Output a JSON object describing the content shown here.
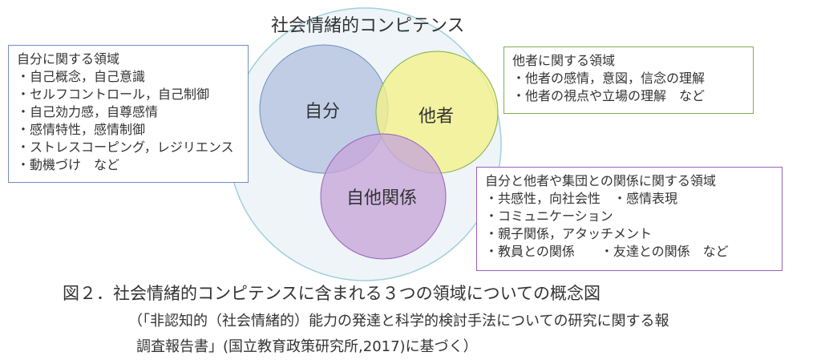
{
  "diagram": {
    "title": "社会情緒的コンピテンス",
    "circles": {
      "self": "自分",
      "others": "他者",
      "relation": "自他関係"
    },
    "colors": {
      "outer_fill": "#eef4f8",
      "outer_stroke": "#9fd0de",
      "self_fill": "#b7c6e2",
      "others_fill": "#f3f18a",
      "relation_fill": "#c7a8d9",
      "self_border": "#6f8fbf",
      "others_border": "#7fae4f",
      "relation_border": "#9a62b8"
    }
  },
  "boxes": {
    "self": {
      "title": "自分に関する領域",
      "items": [
        "・自己概念，自己意識",
        "・セルフコントロール，自己制御",
        "・自己効力感，自尊感情",
        "・感情特性，感情制御",
        "・ストレスコーピング，レジリエンス",
        "・動機づけ　など"
      ]
    },
    "others": {
      "title": "他者に関する領域",
      "items": [
        "・他者の感情，意図，信念の理解",
        "・他者の視点や立場の理解　など"
      ]
    },
    "relation": {
      "title": "自分と他者や集団との関係に関する領域",
      "items": [
        "・共感性，向社会性　・感情表現",
        "・コミュニケーション",
        "・親子関係，アタッチメント",
        "・教員との関係　　・友達との関係　など"
      ]
    }
  },
  "caption": {
    "figure": "図２．社会情緒的コンピテンスに含まれる３つの領域についての概念図",
    "source_line1": "（「非認知的（社会情緒的）能力の発達と科学的検討手法についての研究に関する報",
    "source_line2": "調査報告書」(国立教育政策研究所,2017)に基づく）"
  }
}
